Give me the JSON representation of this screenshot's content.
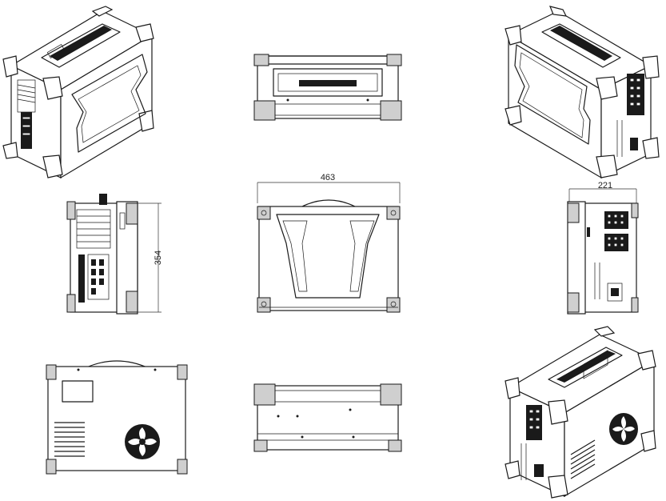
{
  "dimensions": {
    "width": "463",
    "depth": "221",
    "height": "354"
  },
  "icons": {
    "fan": "fan-grille-icon",
    "handle": "carry-handle-icon"
  },
  "colors": {
    "line": "#1a1a1a",
    "background": "#ffffff"
  }
}
